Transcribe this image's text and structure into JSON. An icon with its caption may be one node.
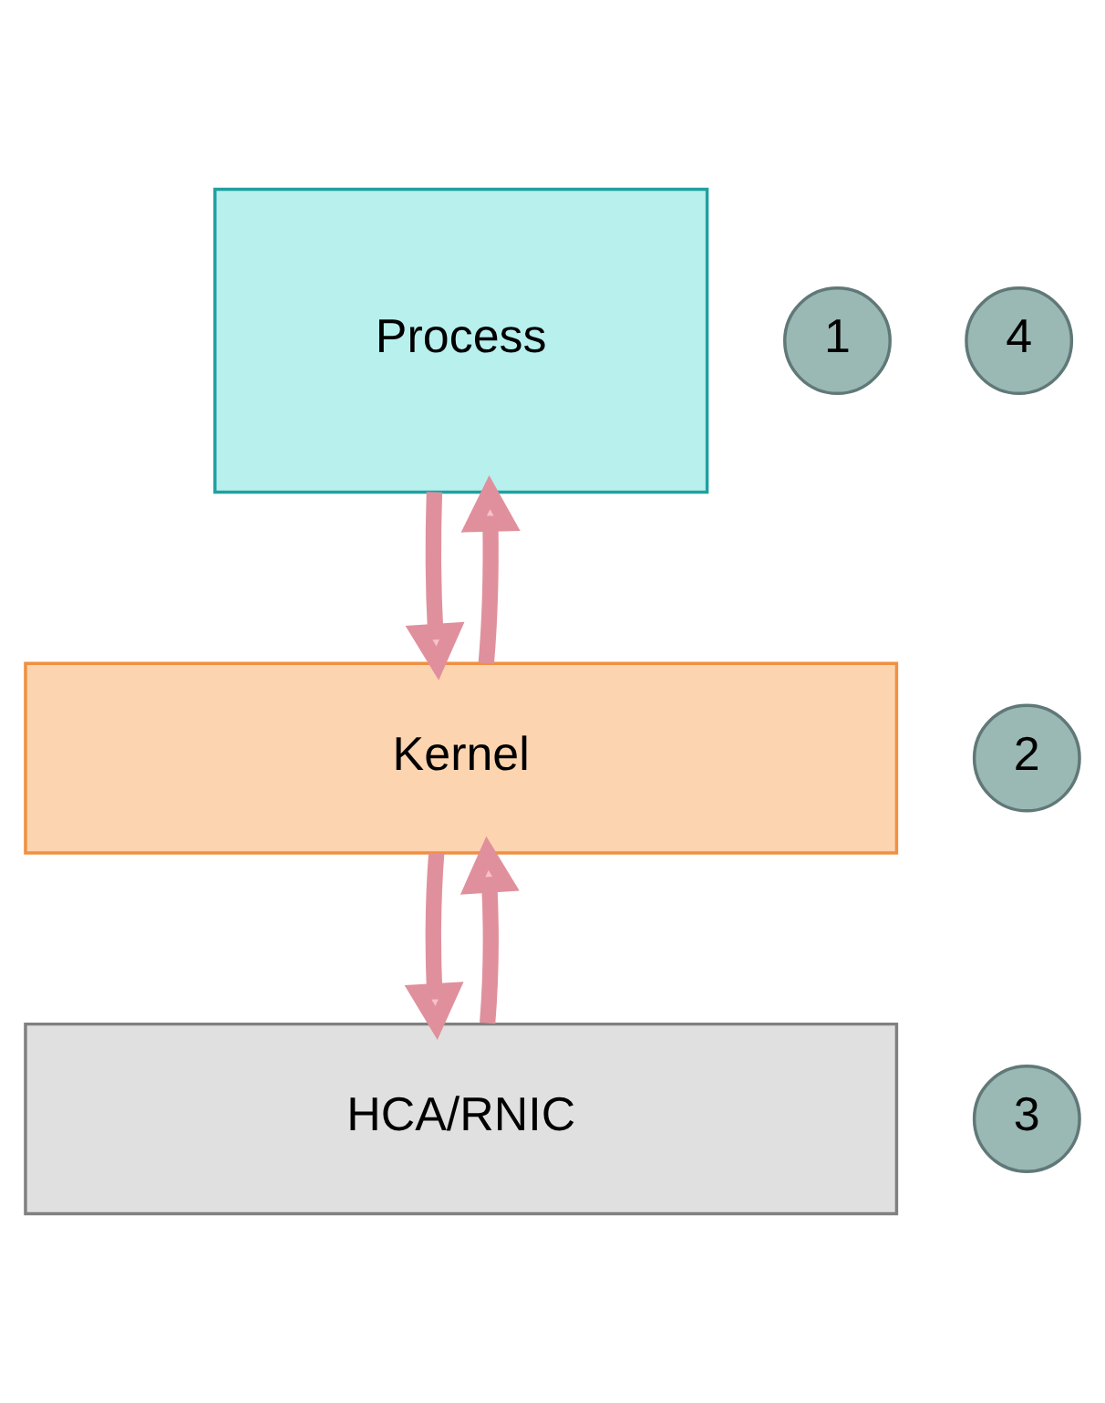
{
  "diagram": {
    "nodes": [
      {
        "text": [
          "Process"
        ]
      },
      {
        "text": [
          "Kernel"
        ]
      },
      {
        "text": [
          "HCA/RNIC"
        ]
      },
      {
        "text": [
          "1"
        ]
      },
      {
        "text": [
          "4"
        ]
      },
      {
        "text": [
          "2"
        ]
      },
      {
        "text": [
          "3"
        ]
      }
    ],
    "edges": [
      {
        "from": 0,
        "to": 1,
        "arrow": "to"
      },
      {
        "from": 1,
        "to": 2,
        "arrow": "to"
      },
      {
        "from": 2,
        "to": 1,
        "arrow": "to"
      },
      {
        "from": 1,
        "to": 0,
        "arrow": "to"
      }
    ]
  }
}
